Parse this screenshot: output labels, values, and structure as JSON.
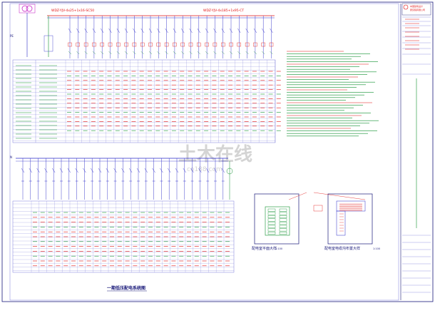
{
  "drawing": {
    "main_title": "一期低压配电系统图",
    "top_left_label": "WDZ-YJV-4x25+1x16-SC50",
    "top_right_label": "WDZ-YJV-4x185+1x95-CT",
    "row_label_top": "PE",
    "row_label_bottom": "N",
    "watermark": "土木在线",
    "watermark_sub": "co188.com"
  },
  "plans": [
    {
      "title": "配电室平面大样",
      "scale": "1:100"
    },
    {
      "title": "配电室电缆沟布置大样",
      "scale": "1:100"
    }
  ],
  "title_block": {
    "company_line1": "中国建筑设计",
    "company_line2": "研究院有限公司"
  },
  "colors": {
    "line": "#1a1a7a",
    "wire": "#2a2ac8",
    "red": "#e01010",
    "green": "#109030",
    "magenta": "#c010c0",
    "grid": "#5a5ad0",
    "watermark": "#c8c8c8"
  }
}
